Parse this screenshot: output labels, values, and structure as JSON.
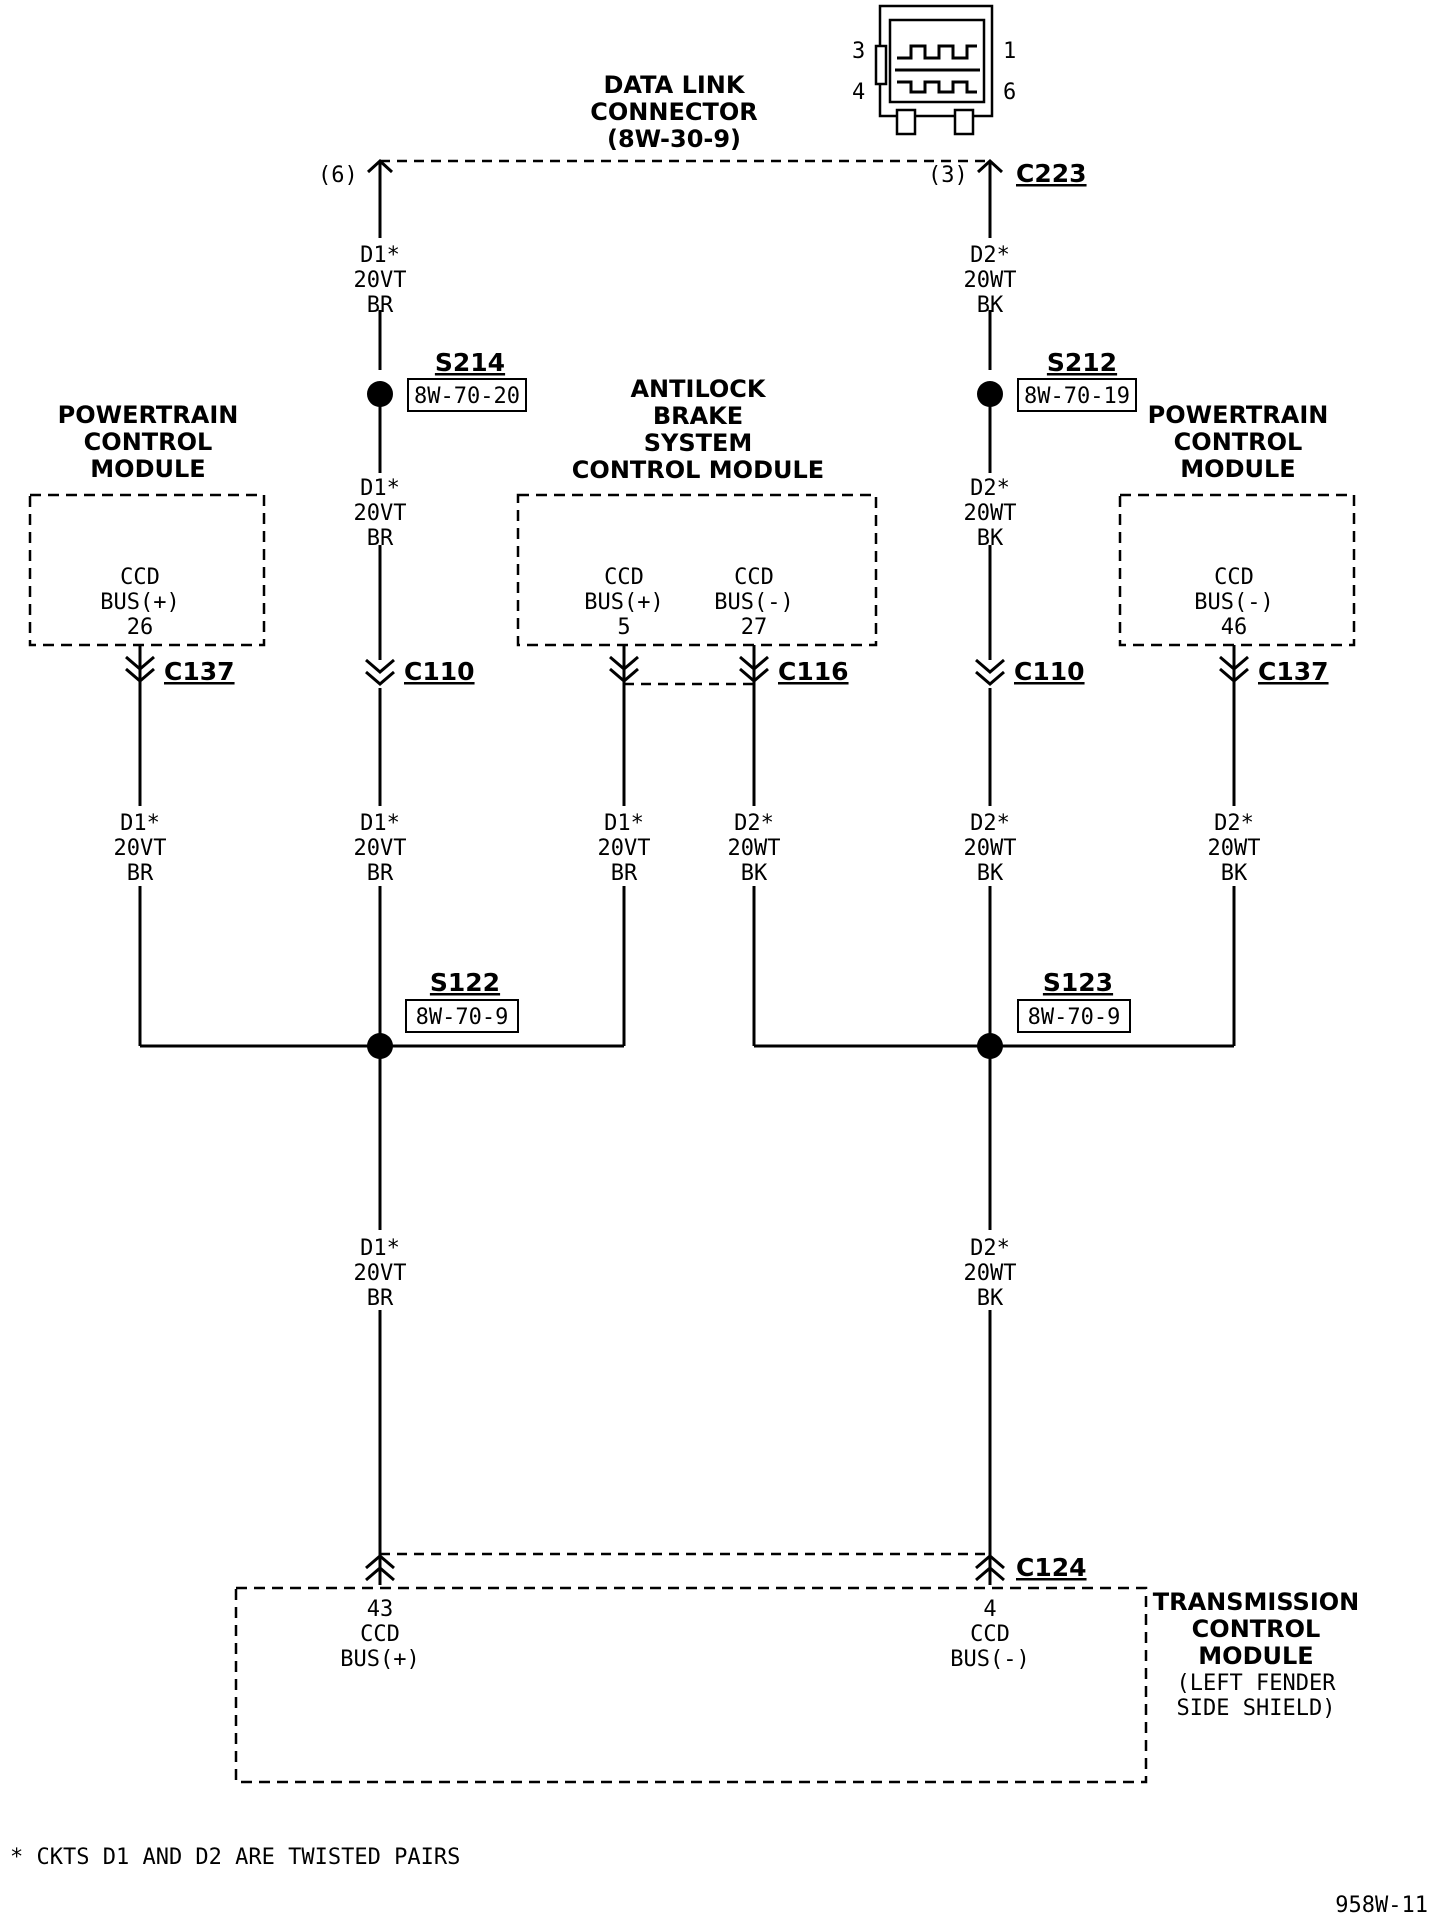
{
  "dlc": {
    "title_lines": [
      "DATA LINK",
      "CONNECTOR",
      "(8W-30-9)"
    ],
    "pin_labels": [
      "3",
      "1",
      "4",
      "6"
    ],
    "cavity_left": "(6)",
    "cavity_right": "(3)",
    "connector": "C223"
  },
  "wires": {
    "d1": [
      "D1*",
      "20VT",
      "BR"
    ],
    "d2": [
      "D2*",
      "20WT",
      "BK"
    ]
  },
  "splices": {
    "s214": {
      "id": "S214",
      "ref": "8W-70-20"
    },
    "s212": {
      "id": "S212",
      "ref": "8W-70-19"
    },
    "s122": {
      "id": "S122",
      "ref": "8W-70-9"
    },
    "s123": {
      "id": "S123",
      "ref": "8W-70-9"
    }
  },
  "modules": {
    "pcm_left": {
      "title_lines": [
        "POWERTRAIN",
        "CONTROL",
        "MODULE"
      ],
      "pin_lines": [
        "CCD",
        "BUS(+)",
        "26"
      ],
      "connector": "C137"
    },
    "abs": {
      "title_lines": [
        "ANTILOCK",
        "BRAKE",
        "SYSTEM",
        "CONTROL MODULE"
      ],
      "pin_a_lines": [
        "CCD",
        "BUS(+)",
        "5"
      ],
      "pin_b_lines": [
        "CCD",
        "BUS(-)",
        "27"
      ],
      "connector": "C116"
    },
    "pcm_right": {
      "title_lines": [
        "POWERTRAIN",
        "CONTROL",
        "MODULE"
      ],
      "pin_lines": [
        "CCD",
        "BUS(-)",
        "46"
      ],
      "connector": "C137"
    },
    "tcm": {
      "title_lines": [
        "TRANSMISSION",
        "CONTROL",
        "MODULE"
      ],
      "sub_lines": [
        "(LEFT FENDER",
        "SIDE SHIELD)"
      ],
      "pin_a_lines": [
        "43",
        "CCD",
        "BUS(+)"
      ],
      "pin_b_lines": [
        "4",
        "CCD",
        "BUS(-)"
      ],
      "connector": "C124"
    }
  },
  "c110_left": "C110",
  "c110_right": "C110",
  "footnote": "* CKTS D1 AND D2 ARE TWISTED PAIRS",
  "figure_id": "958W-11"
}
